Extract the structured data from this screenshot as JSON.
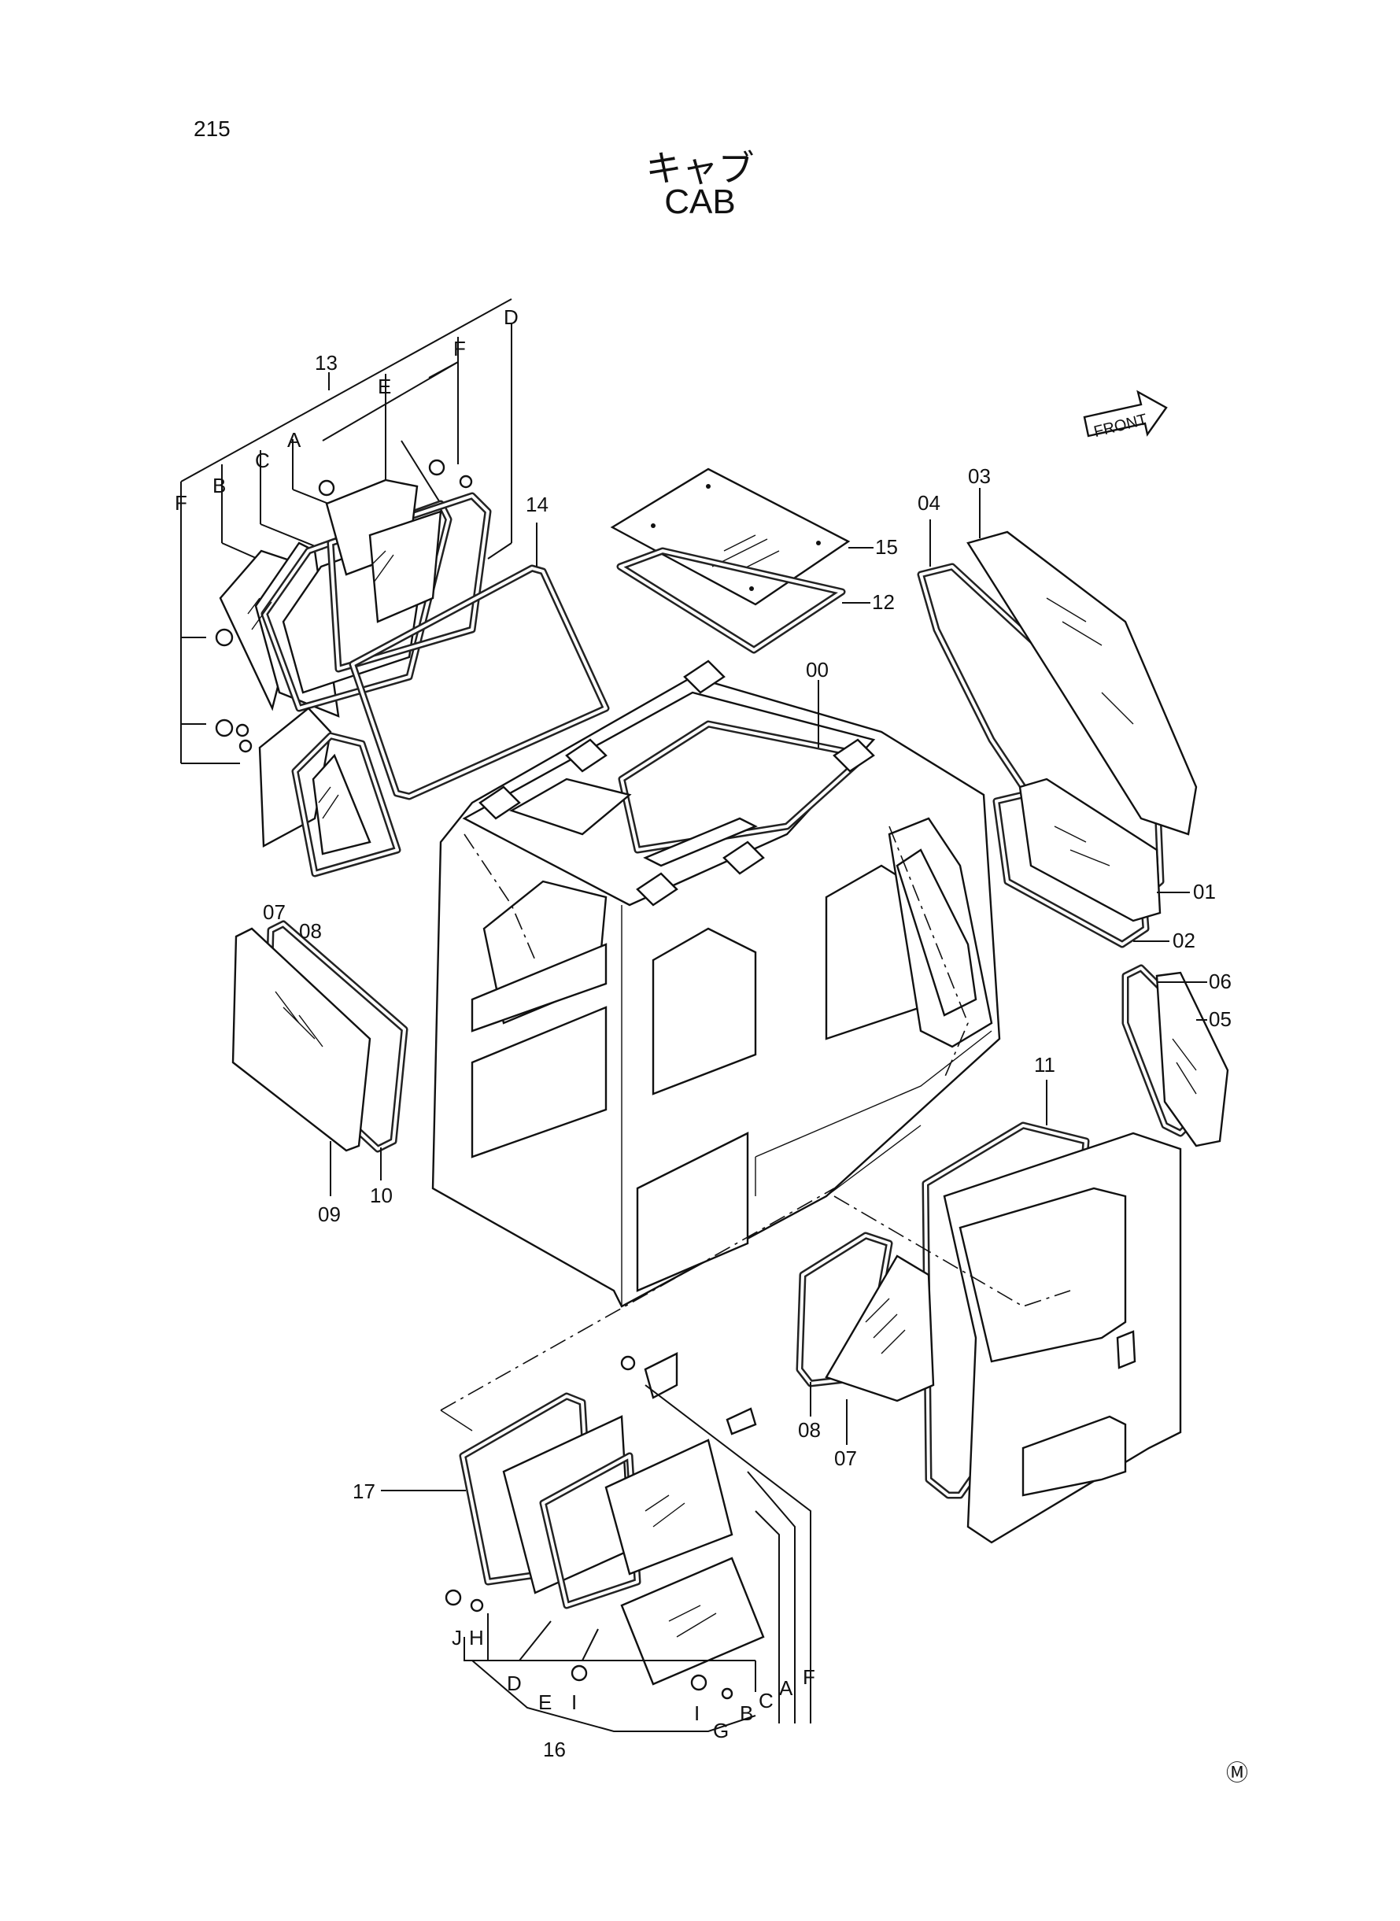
{
  "page_number": "215",
  "title_jp": "キャブ",
  "title_en": "CAB",
  "front_label": "FRONT",
  "copyright_mark": "Ⓜ",
  "callouts": {
    "c13": "13",
    "c14": "14",
    "c15": "15",
    "c12": "12",
    "c00": "00",
    "c04": "04",
    "c03": "03",
    "c01": "01",
    "c02": "02",
    "c06": "06",
    "c05": "05",
    "c07a": "07",
    "c08a": "08",
    "c09": "09",
    "c10": "10",
    "c11": "11",
    "c08b": "08",
    "c07b": "07",
    "c17": "17",
    "c16": "16"
  },
  "letters_top": {
    "A": "A",
    "B": "B",
    "C": "C",
    "D": "D",
    "E": "E",
    "F_top": "F",
    "F_left": "F"
  },
  "letters_bottom": {
    "J": "J",
    "H": "H",
    "D": "D",
    "E": "E",
    "I1": "I",
    "I2": "I",
    "G": "G",
    "B": "B",
    "C": "C",
    "A": "A",
    "F": "F"
  }
}
